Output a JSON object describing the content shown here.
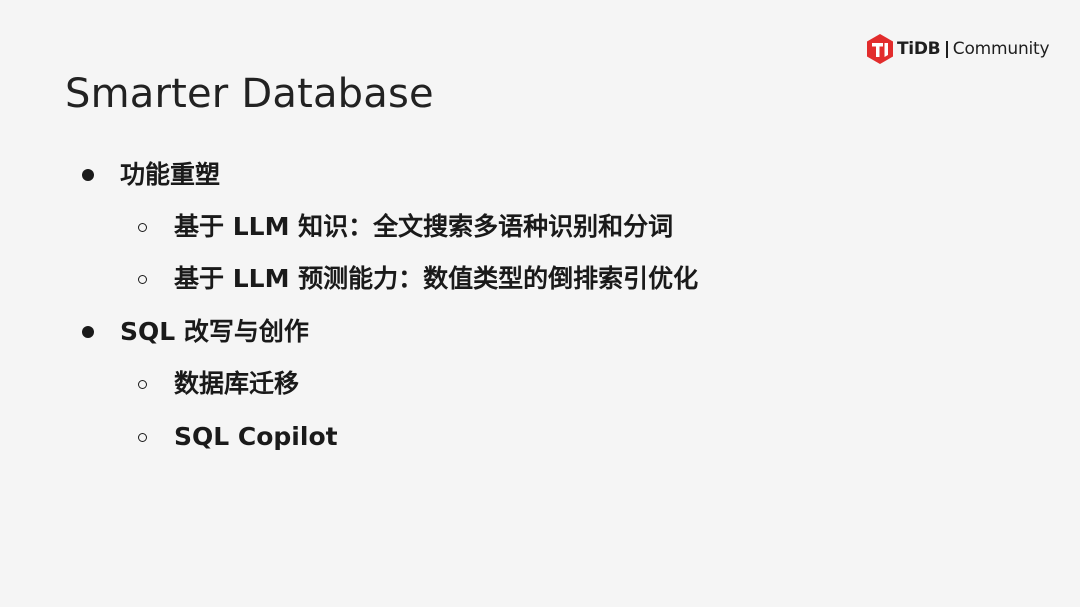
{
  "logo": {
    "icon": "tidb-logo-icon",
    "brand": "TiDB",
    "community": "Community",
    "color": "#e22c2c"
  },
  "title": "Smarter Database",
  "bullets": [
    {
      "text": "功能重塑",
      "children": [
        {
          "text": "基于 LLM 知识：全文搜索多语种识别和分词"
        },
        {
          "text": "基于 LLM 预测能力：数值类型的倒排索引优化"
        }
      ]
    },
    {
      "text": "SQL 改写与创作",
      "children": [
        {
          "text": "数据库迁移"
        },
        {
          "text": "SQL Copilot"
        }
      ]
    }
  ]
}
